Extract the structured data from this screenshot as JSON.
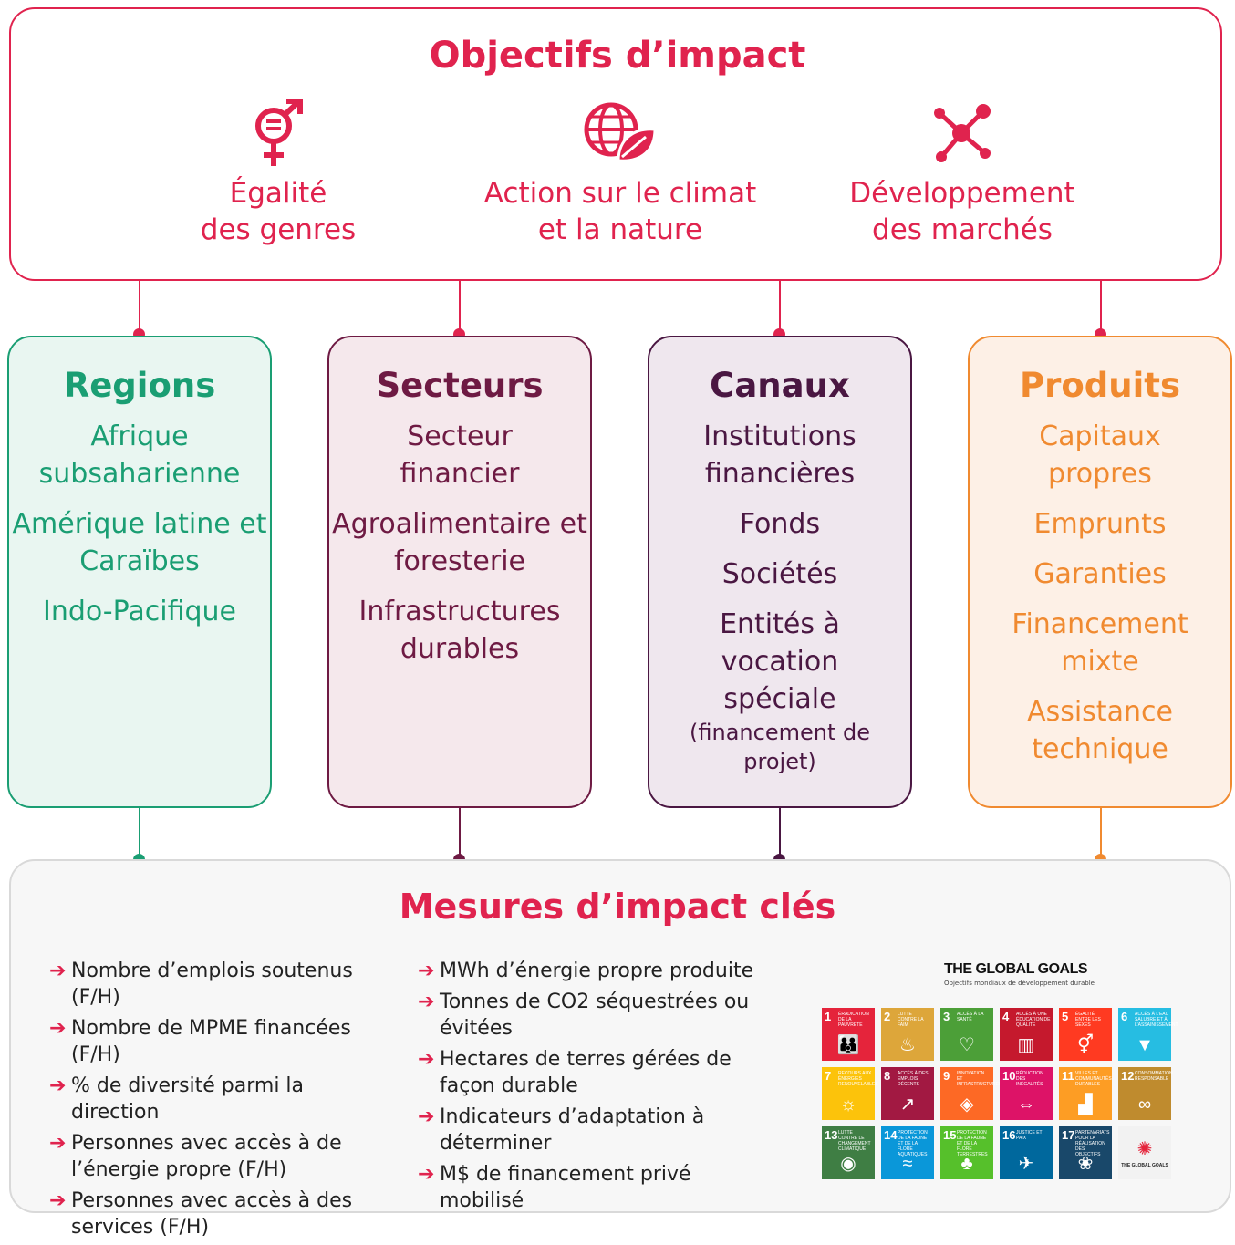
{
  "top": {
    "title": "Objectifs d’impact",
    "objectives": [
      {
        "line1": "Égalité",
        "line2": "des genres",
        "icon": "gender-equality-icon"
      },
      {
        "line1": "Action sur le climat",
        "line2": "et la nature",
        "icon": "globe-leaf-icon"
      },
      {
        "line1": "Développement",
        "line2": "des marchés",
        "icon": "network-icon"
      }
    ]
  },
  "colors": {
    "red": "#e0234e",
    "green": "#1a9e73",
    "maroon": "#6e1a43",
    "purple": "#4a1742",
    "orange": "#f08a30"
  },
  "columns": [
    {
      "title": "Regions",
      "items": [
        "Afrique subsaharienne",
        "Amérique latine et Caraïbes",
        "Indo-Pacifique"
      ]
    },
    {
      "title": "Secteurs",
      "items": [
        "Secteur financier",
        "Agroalimentaire et foresterie",
        "Infrastructures durables"
      ]
    },
    {
      "title": "Canaux",
      "items": [
        "Institutions financières",
        "Fonds",
        "Sociétés",
        "Entités à vocation spéciale"
      ],
      "note": "(financement de projet)"
    },
    {
      "title": "Produits",
      "items": [
        "Capitaux propres",
        "Emprunts",
        "Garanties",
        "Financement mixte",
        "Assistance technique"
      ]
    }
  ],
  "bottom": {
    "title": "Mesures d’impact clés",
    "left": [
      "Nombre d’emplois soutenus (F/H)",
      "Nombre de MPME financées (F/H)",
      "% de diversité parmi la direction",
      "Personnes avec accès à de l’énergie propre (F/H)",
      "Personnes avec accès à des services (F/H)"
    ],
    "right": [
      "MWh d’énergie propre produite",
      "Tonnes de CO2 séquestrées ou évitées",
      "Hectares de terres gérées de façon durable",
      "Indicateurs d’adaptation à déterminer",
      "M$ de financement privé mobilisé"
    ]
  },
  "global_goals": {
    "title": "THE GLOBAL GOALS",
    "subtitle": "Objectifs mondiaux de développement durable",
    "tiles": [
      {
        "n": "1",
        "label": "ÉRADICATION DE LA PAUVRETÉ",
        "color": "#e5243b",
        "glyph": "👪"
      },
      {
        "n": "2",
        "label": "LUTTE CONTRE LA FAIM",
        "color": "#dda63a",
        "glyph": "♨"
      },
      {
        "n": "3",
        "label": "ACCÈS À LA SANTÉ",
        "color": "#4c9f38",
        "glyph": "♡"
      },
      {
        "n": "4",
        "label": "ACCÈS À UNE ÉDUCATION DE QUALITÉ",
        "color": "#c5192d",
        "glyph": "▥"
      },
      {
        "n": "5",
        "label": "ÉGALITÉ ENTRE LES SEXES",
        "color": "#ff3a21",
        "glyph": "⚥"
      },
      {
        "n": "6",
        "label": "ACCÈS À L’EAU SALUBRE ET À L’ASSAINISSEMENT",
        "color": "#26bde2",
        "glyph": "▼"
      },
      {
        "n": "7",
        "label": "RECOURS AUX ÉNERGIES RENOUVELABLES",
        "color": "#fcc30b",
        "glyph": "☼"
      },
      {
        "n": "8",
        "label": "ACCÈS À DES EMPLOIS DÉCENTS",
        "color": "#a21942",
        "glyph": "↗"
      },
      {
        "n": "9",
        "label": "INNOVATION ET INFRASTRUCTURES",
        "color": "#fd6925",
        "glyph": "◈"
      },
      {
        "n": "10",
        "label": "RÉDUCTION DES INÉGALITÉS",
        "color": "#dd1367",
        "glyph": "⇔"
      },
      {
        "n": "11",
        "label": "VILLES ET COMMUNAUTÉS DURABLES",
        "color": "#fd9d24",
        "glyph": "▟"
      },
      {
        "n": "12",
        "label": "CONSOMMATION RESPONSABLE",
        "color": "#bf8b2e",
        "glyph": "∞"
      },
      {
        "n": "13",
        "label": "LUTTE CONTRE LE CHANGEMENT CLIMATIQUE",
        "color": "#3f7e44",
        "glyph": "◉"
      },
      {
        "n": "14",
        "label": "PROTECTION DE LA FAUNE ET DE LA FLORE AQUATIQUES",
        "color": "#0a97d9",
        "glyph": "≈"
      },
      {
        "n": "15",
        "label": "PROTECTION DE LA FAUNE ET DE LA FLORE TERRESTRES",
        "color": "#56c02b",
        "glyph": "♣"
      },
      {
        "n": "16",
        "label": "JUSTICE ET PAIX",
        "color": "#00689d",
        "glyph": "✈"
      },
      {
        "n": "17",
        "label": "PARTENARIATS POUR LA RÉALISATION DES OBJECTIFS",
        "color": "#19486a",
        "glyph": "❀"
      },
      {
        "n": "",
        "label": "THE GLOBAL GOALS",
        "color": "#f2f2f2",
        "glyph": "✺"
      }
    ]
  }
}
